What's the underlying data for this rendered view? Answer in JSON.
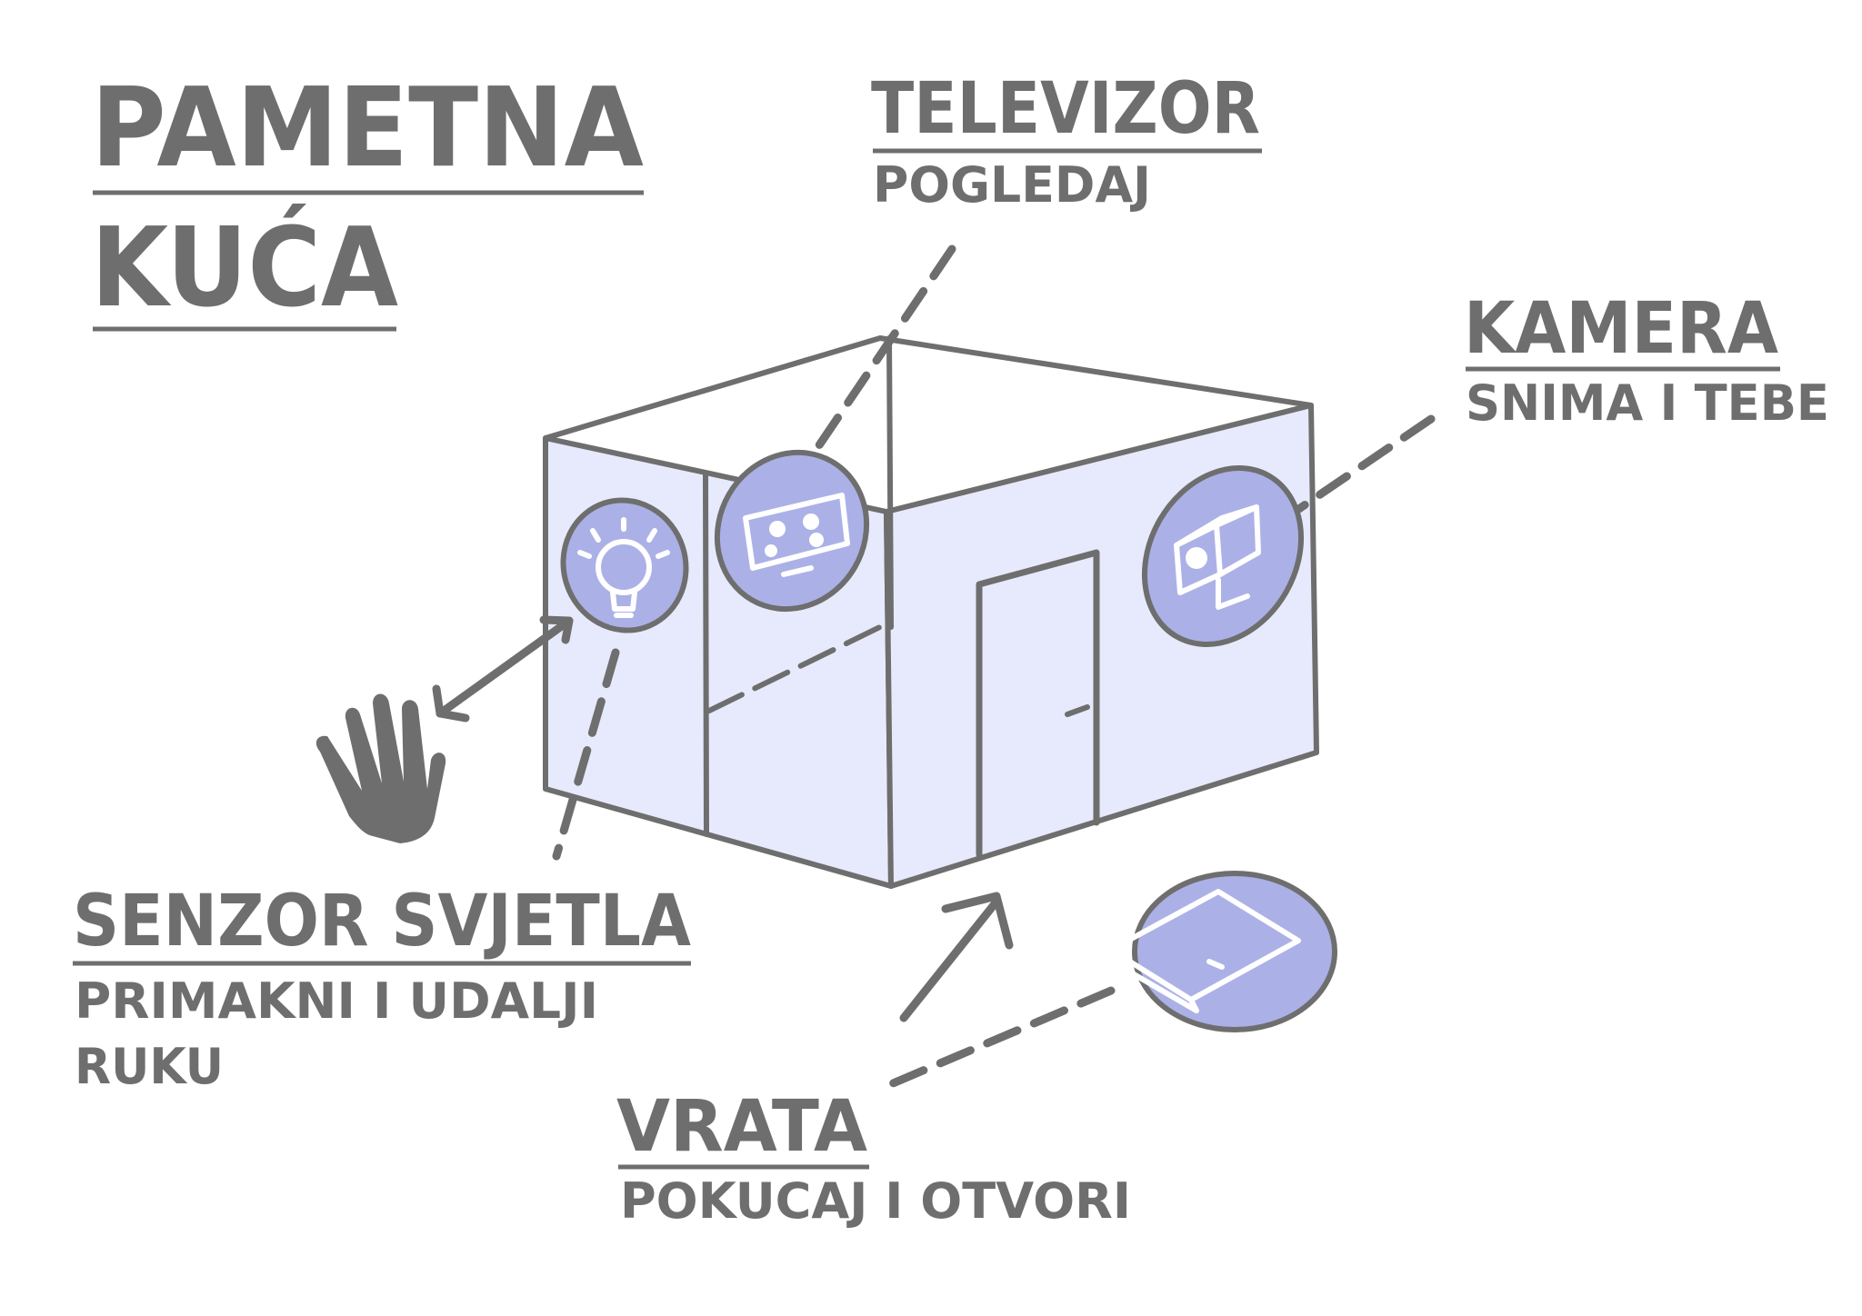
{
  "title": {
    "line1": "PAMETNA",
    "line2": "KUĆA"
  },
  "labels": {
    "televizor": {
      "heading": "TELEVIZOR",
      "sub": "POGLEDAJ"
    },
    "kamera": {
      "heading": "KAMERA",
      "sub": "SNIMA I TEBE"
    },
    "senzor": {
      "heading": "SENZOR SVJETLA",
      "sub1": "PRIMAKNI I UDALJI",
      "sub2": "RUKU"
    },
    "vrata": {
      "heading": "VRATA",
      "sub": "POKUCAJ I OTVORI"
    }
  },
  "icons": [
    "lightbulb-icon",
    "tv-icon",
    "camera-icon",
    "tablet-icon",
    "hand-icon"
  ],
  "colors": {
    "ink": "#6e6e6e",
    "wall": "#e7eafc",
    "badge": "#abb1e6",
    "glyph": "#ffffff"
  }
}
